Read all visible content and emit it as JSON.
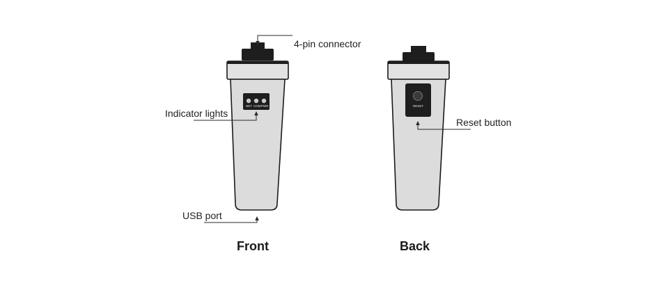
{
  "callouts": {
    "connector": "4-pin connector",
    "indicator": "Indicator lights",
    "usb": "USB port",
    "reset": "Reset button"
  },
  "views": {
    "front": "Front",
    "back": "Back"
  },
  "led_labels": [
    "NET",
    "COM",
    "PWR"
  ],
  "reset_label": "RESET",
  "colors": {
    "body": "#dcdcdc",
    "outline": "#1a1a1a",
    "panel": "#1e1e1e",
    "led": "#c8c8c8"
  }
}
